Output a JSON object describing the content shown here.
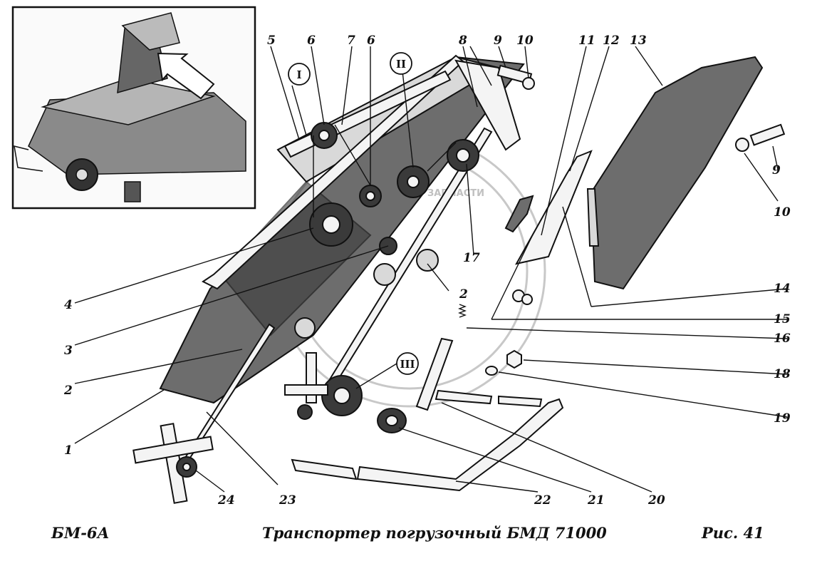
{
  "footer": {
    "model": "БМ-6А",
    "title": "Транспортер погрузочный  БМД 71000",
    "figure": "Рис.   41"
  },
  "watermark": {
    "text": "ЗАПЧАСТИ"
  },
  "callouts": [
    {
      "id": "c1",
      "text": "1"
    },
    {
      "id": "c2a",
      "text": "2"
    },
    {
      "id": "c2b",
      "text": "2"
    },
    {
      "id": "c3",
      "text": "3"
    },
    {
      "id": "c4",
      "text": "4"
    },
    {
      "id": "c5",
      "text": "5"
    },
    {
      "id": "c6a",
      "text": "6"
    },
    {
      "id": "c6b",
      "text": "6"
    },
    {
      "id": "c7",
      "text": "7"
    },
    {
      "id": "c8",
      "text": "8"
    },
    {
      "id": "c9a",
      "text": "9"
    },
    {
      "id": "c9b",
      "text": "9"
    },
    {
      "id": "c10a",
      "text": "10"
    },
    {
      "id": "c10b",
      "text": "10"
    },
    {
      "id": "c11",
      "text": "11"
    },
    {
      "id": "c12",
      "text": "12"
    },
    {
      "id": "c13",
      "text": "13"
    },
    {
      "id": "c14",
      "text": "14"
    },
    {
      "id": "c15",
      "text": "15"
    },
    {
      "id": "c16",
      "text": "16"
    },
    {
      "id": "c17",
      "text": "17"
    },
    {
      "id": "c18",
      "text": "18"
    },
    {
      "id": "c19",
      "text": "19"
    },
    {
      "id": "c20",
      "text": "20"
    },
    {
      "id": "c21",
      "text": "21"
    },
    {
      "id": "c22",
      "text": "22"
    },
    {
      "id": "c23",
      "text": "23"
    },
    {
      "id": "c24",
      "text": "24"
    }
  ],
  "detail_views": [
    {
      "id": "I",
      "text": "I"
    },
    {
      "id": "II",
      "text": "II"
    },
    {
      "id": "III",
      "text": "III"
    }
  ]
}
